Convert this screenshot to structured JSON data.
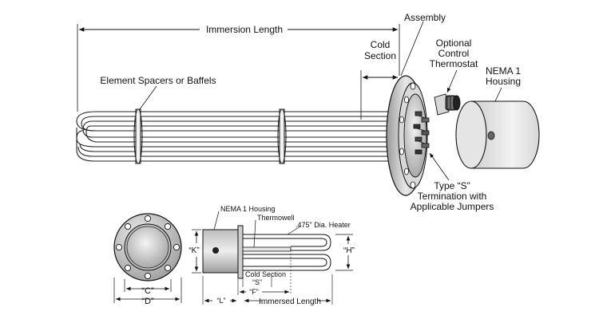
{
  "top_figure": {
    "labels": {
      "immersion_length": "Immersion Length",
      "assembly": "Assembly",
      "cold_section_line1": "Cold",
      "cold_section_line2": "Section",
      "thermostat_line1": "Optional",
      "thermostat_line2": "Control",
      "thermostat_line3": "Thermostat",
      "housing_line1": "NEMA 1",
      "housing_line2": "Housing",
      "spacers": "Element Spacers or Baffels",
      "termination_line1": "Type “S”",
      "termination_line2": "Termination with",
      "termination_line3": "Applicable Jumpers"
    }
  },
  "bottom_figure": {
    "labels": {
      "housing": "NEMA 1 Housing",
      "thermowell": "Thermowell",
      "heater_dia": ".475\" Dia. Heater",
      "k": "“K”",
      "h": "“H”",
      "cold_section": "Cold Section",
      "s": "“S”",
      "f": "“F”",
      "c": "“C”",
      "d": "“D”",
      "l": "“L”",
      "immersed_length": "Immersed Length"
    }
  }
}
